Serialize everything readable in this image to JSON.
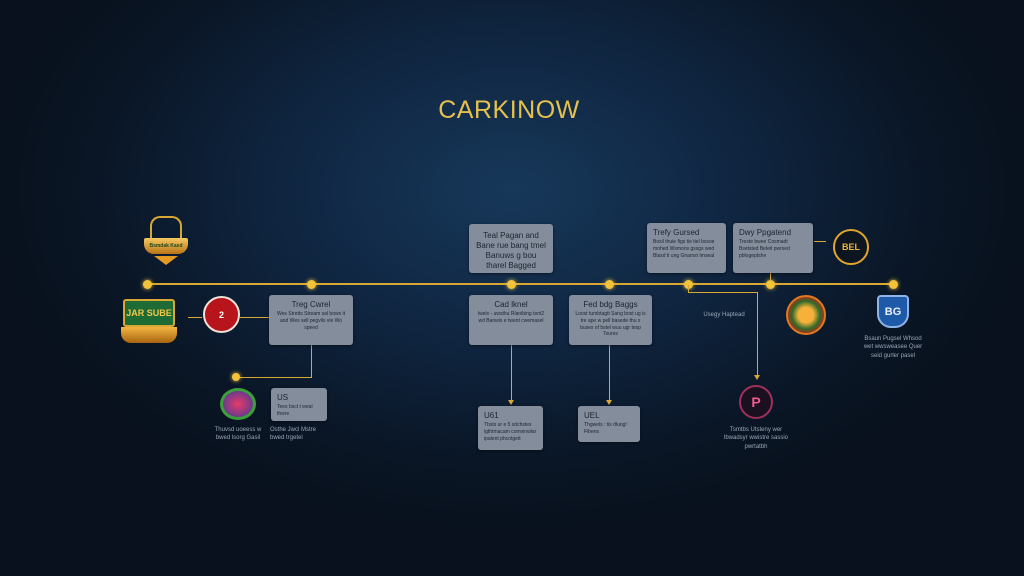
{
  "title": "CARKINOW",
  "boxes": {
    "a": {
      "title": "Treg Cwrel",
      "text": "Wes Stretts Stream sal bows it and Wes sell pegvils vie Wo speed"
    },
    "top1": {
      "title": "Teal Pagan and Bane rue bang tmel Banuws g bou tharel Bagged"
    },
    "mid1": {
      "title": "Cad lknel",
      "text": "Iwels - uwsthu Rlanibing tent2 wd Banwis e twent cwemasel"
    },
    "mid2": {
      "title": "Fed bdg Baggs",
      "text": "Loost tumbtagtt Sang bost ug is tre ape w pell basede thu s buses of bstel wuu ugr tesp Tsures"
    },
    "bot1": {
      "title": "U61",
      "text": "Tbsts ur e 5 sdchstes lgthtmacam comvinwlar ipalent phcotgett"
    },
    "bot2": {
      "title": "UEL",
      "text": "Thgwels : tis dlung! Fibens"
    },
    "us": {
      "title": "US",
      "text": "Tees bsct t weal thwre"
    },
    "top2": {
      "title": "Trefy Gursed",
      "text": "Bosil thuie figs tie tiel bssoe mohed Wsmons gssgs wed Blasd ti ung Gnamst Imseal"
    },
    "top3": {
      "title": "Dwy Ppgatend",
      "text": "Treste bwee Cosmadt Bsetsted Beleit pwrsed pblogeptshe"
    }
  },
  "captions": {
    "green_badge": "Thuvsd uoeess w bwed lsorg Gasil",
    "us": "Osthe Jwcl Mstre bwed trgetel",
    "route": "Usegy Haptead",
    "pink": "Tsmtbs Utsteny wer lbwadsyr wwistre sassio pwrtatbh",
    "shield": "Bsaun Pugsel Whsod wet wwsweasee Quer seid gurler pasel"
  },
  "icons": {
    "trophy": "Bsmdak Kasd",
    "banner": "JAR SUBE",
    "red": "2",
    "gold": "BEL",
    "shield": "BG",
    "pink": "P"
  }
}
